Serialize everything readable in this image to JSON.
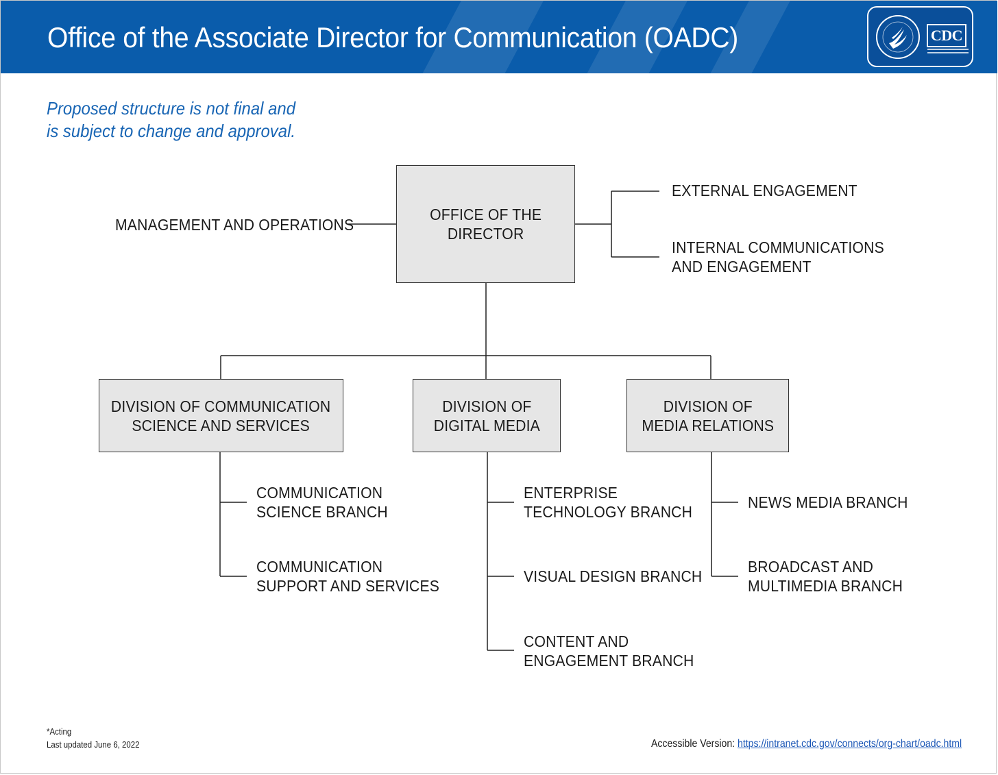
{
  "header": {
    "title": "Office of the Associate Director for Communication (OADC)",
    "bg_color": "#0a5cab",
    "logo": {
      "badge_text": "CDC",
      "seal_icon": "hhs-seal-icon"
    }
  },
  "disclaimer": {
    "line1": "Proposed structure is not final and",
    "line2": "is subject to change and approval."
  },
  "org": {
    "director": "OFFICE OF THE\nDIRECTOR",
    "left_staff": "MANAGEMENT AND OPERATIONS",
    "right_staff": [
      "EXTERNAL ENGAGEMENT",
      "INTERNAL COMMUNICATIONS\nAND ENGAGEMENT"
    ],
    "divisions": [
      {
        "name": "DIVISION OF COMMUNICATION\nSCIENCE AND SERVICES",
        "branches": [
          "COMMUNICATION\nSCIENCE BRANCH",
          "COMMUNICATION\nSUPPORT AND SERVICES"
        ]
      },
      {
        "name": "DIVISION OF\nDIGITAL MEDIA",
        "branches": [
          "ENTERPRISE\nTECHNOLOGY BRANCH",
          "VISUAL DESIGN BRANCH",
          "CONTENT AND\nENGAGEMENT BRANCH"
        ]
      },
      {
        "name": "DIVISION OF\nMEDIA RELATIONS",
        "branches": [
          "NEWS MEDIA BRANCH",
          "BROADCAST AND\nMULTIMEDIA BRANCH"
        ]
      }
    ]
  },
  "footer": {
    "acting_note": "*Acting",
    "last_updated": "Last updated June 6, 2022",
    "accessible_label": "Accessible Version:",
    "accessible_link": "https://intranet.cdc.gov/connects/org-chart/oadc.html"
  }
}
